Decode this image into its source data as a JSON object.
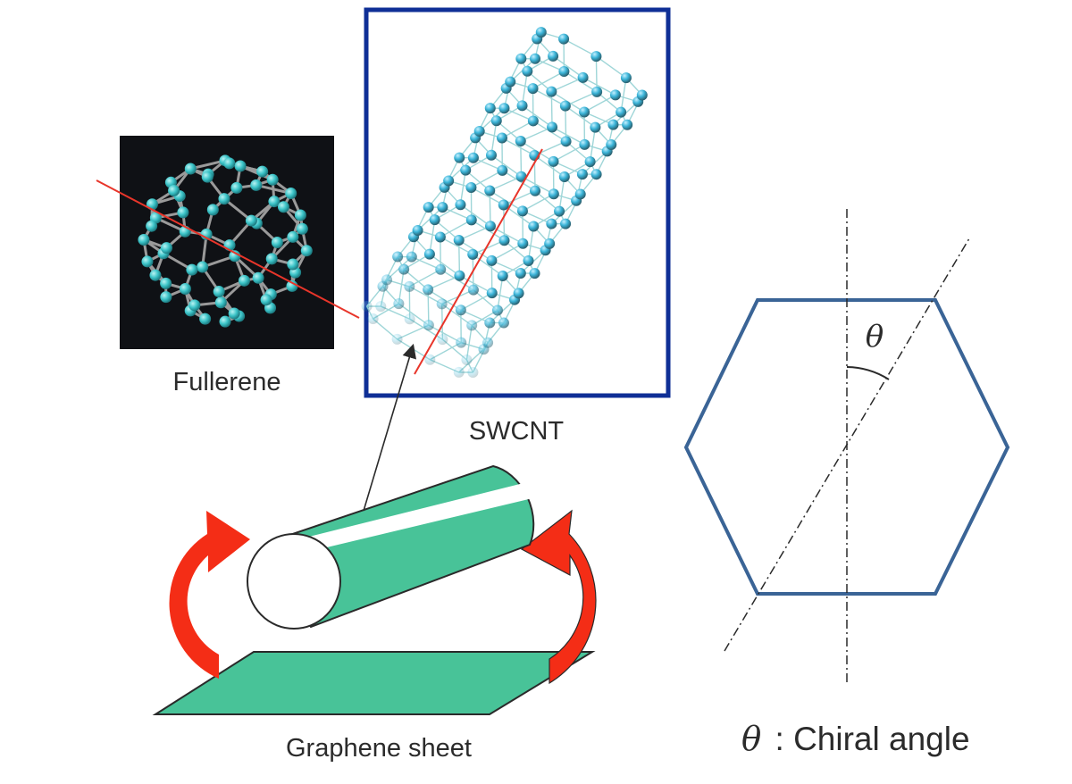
{
  "labels": {
    "fullerene": "Fullerene",
    "swcnt": "SWCNT",
    "graphene": "Graphene sheet",
    "theta_symbol": "θ",
    "chiral_legend_symbol": "θ",
    "chiral_legend_text": ": Chiral angle"
  },
  "colors": {
    "atom": "#3cc4c8",
    "tube_atom": "#3ab4d8",
    "fullerene_bg": "#0f1115",
    "cut_line": "#e8352a",
    "swcnt_frame": "#0f2f96",
    "graphene_green": "#48c398",
    "rolling_arrow": "#f42d16",
    "hexagon": "#3a6496",
    "outline": "#2a2a2a"
  }
}
